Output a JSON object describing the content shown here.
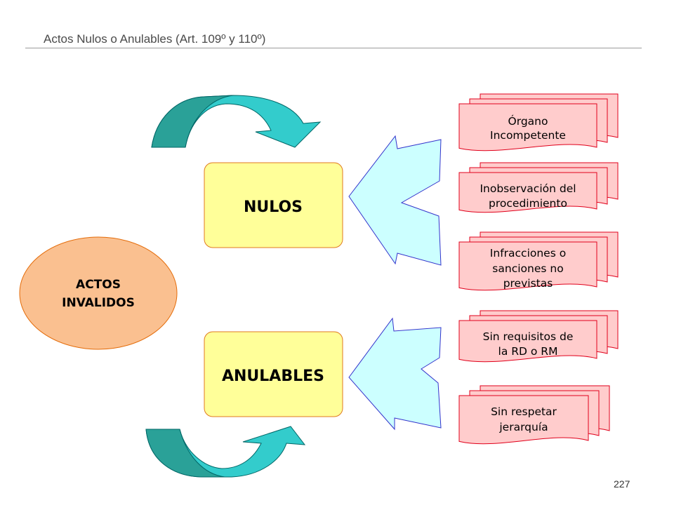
{
  "title": "Actos Nulos o Anulables (Art. 109º y 110º)",
  "page_number": "227",
  "colors": {
    "ellipse_fill": "#FAC090",
    "ellipse_stroke": "#E46C0A",
    "box_fill": "#FFFF99",
    "box_stroke": "#E07A1F",
    "doc_fill": "#FFCCCC",
    "doc_stroke": "#E0001B",
    "bracket_fill": "#CCFFFF",
    "bracket_stroke": "#3333CC",
    "arrow_light": "#33CCCC",
    "arrow_dark": "#2AA198",
    "arrow_stroke": "#006666"
  },
  "root": {
    "lines": [
      "ACTOS",
      "INVALIDOS"
    ]
  },
  "categories": [
    {
      "label": "NULOS"
    },
    {
      "label": "ANULABLES"
    }
  ],
  "nulos_items": [
    {
      "lines": [
        "Órgano",
        "Incompetente"
      ]
    },
    {
      "lines": [
        "Inobservación del",
        "procedimiento"
      ]
    },
    {
      "lines": [
        "Infracciones o",
        "sanciones no",
        "previstas"
      ]
    }
  ],
  "anulables_items": [
    {
      "lines": [
        "Sin requisitos de",
        "la RD o RM"
      ]
    },
    {
      "lines": [
        "Sin respetar",
        "jerarquía"
      ]
    }
  ]
}
